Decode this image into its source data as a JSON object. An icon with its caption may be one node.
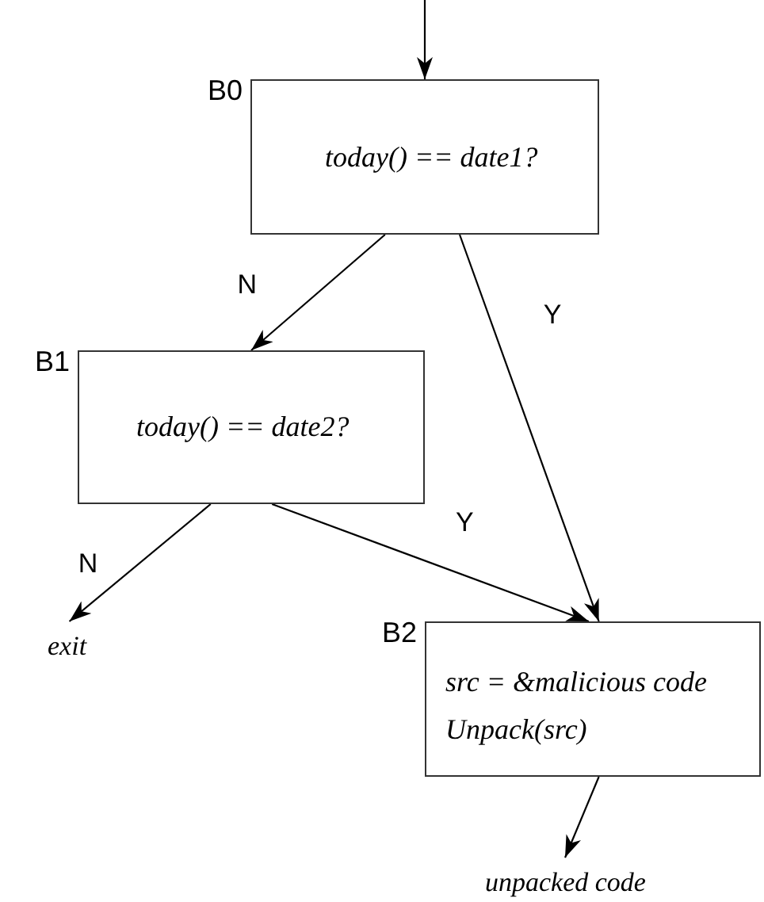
{
  "diagram": {
    "nodes": [
      {
        "text": [
          "B0",
          "today() == date1?"
        ]
      },
      {
        "text": [
          "B1",
          "today() == date2?"
        ]
      },
      {
        "text": [
          "B2",
          "src = &malicious code",
          "Unpack(src)"
        ]
      },
      {
        "text": [
          "exit"
        ]
      },
      {
        "text": [
          "unpacked code"
        ]
      }
    ],
    "edges": [
      {
        "from": null,
        "to": 0,
        "arrow": "to"
      },
      {
        "from": 0,
        "to": 1,
        "arrow": "to",
        "label": "N"
      },
      {
        "from": 0,
        "to": 2,
        "arrow": "to",
        "label": "Y"
      },
      {
        "from": 1,
        "to": 3,
        "arrow": "to",
        "label": "N"
      },
      {
        "from": 1,
        "to": 2,
        "arrow": "to",
        "label": "Y"
      },
      {
        "from": 2,
        "to": 4,
        "arrow": "to"
      }
    ]
  }
}
